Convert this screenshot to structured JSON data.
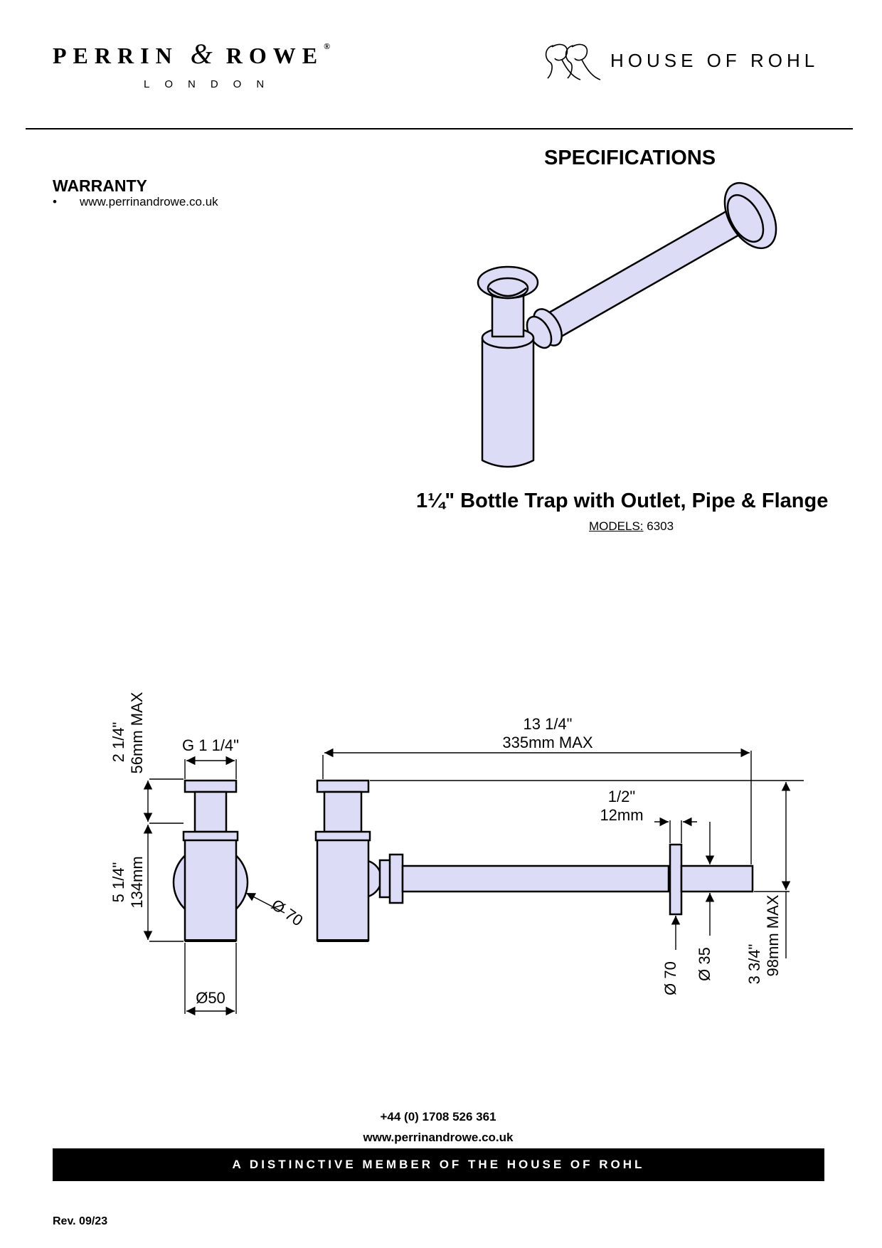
{
  "header": {
    "brand_main": "PERRIN",
    "brand_amp": "&",
    "brand_main2": "ROWE",
    "brand_reg": "®",
    "brand_sub": "LONDON",
    "rohl_monogram": "RR",
    "rohl_text": "HOUSE OF ROHL"
  },
  "specifications_title": "SPECIFICATIONS",
  "warranty": {
    "title": "WARRANTY",
    "bullet": "•",
    "item": "www.perrinandrowe.co.uk"
  },
  "product": {
    "title": "1¼\" Bottle Trap with Outlet, Pipe & Flange",
    "models_label": "MODELS:",
    "models_value": " 6303"
  },
  "drawing": {
    "dim_top_frac": "2 1/4\"",
    "dim_top_mm": "56mm MAX",
    "dim_thread": "G 1 1/4\"",
    "dim_body_frac": "5 1/4\"",
    "dim_body_mm": "134mm",
    "dim_sphere": "Ø 70",
    "dim_base": "Ø50",
    "dim_length_frac": "13 1/4\"",
    "dim_length_mm": "335mm MAX",
    "dim_flange_frac": "1/2\"",
    "dim_flange_mm": "12mm",
    "dim_flange_dia": "Ø 70",
    "dim_pipe_dia": "Ø 35",
    "dim_height_frac": "3 3/4\"",
    "dim_height_mm": "98mm MAX"
  },
  "footer": {
    "phone": "+44 (0) 1708 526 361",
    "website": "www.perrinandrowe.co.uk",
    "banner": "A DISTINCTIVE MEMBER OF THE HOUSE OF ROHL",
    "revision": "Rev. 09/23"
  },
  "colors": {
    "product_fill": "#dcdcf6",
    "rule": "#000000",
    "banner_bg": "#000000"
  }
}
